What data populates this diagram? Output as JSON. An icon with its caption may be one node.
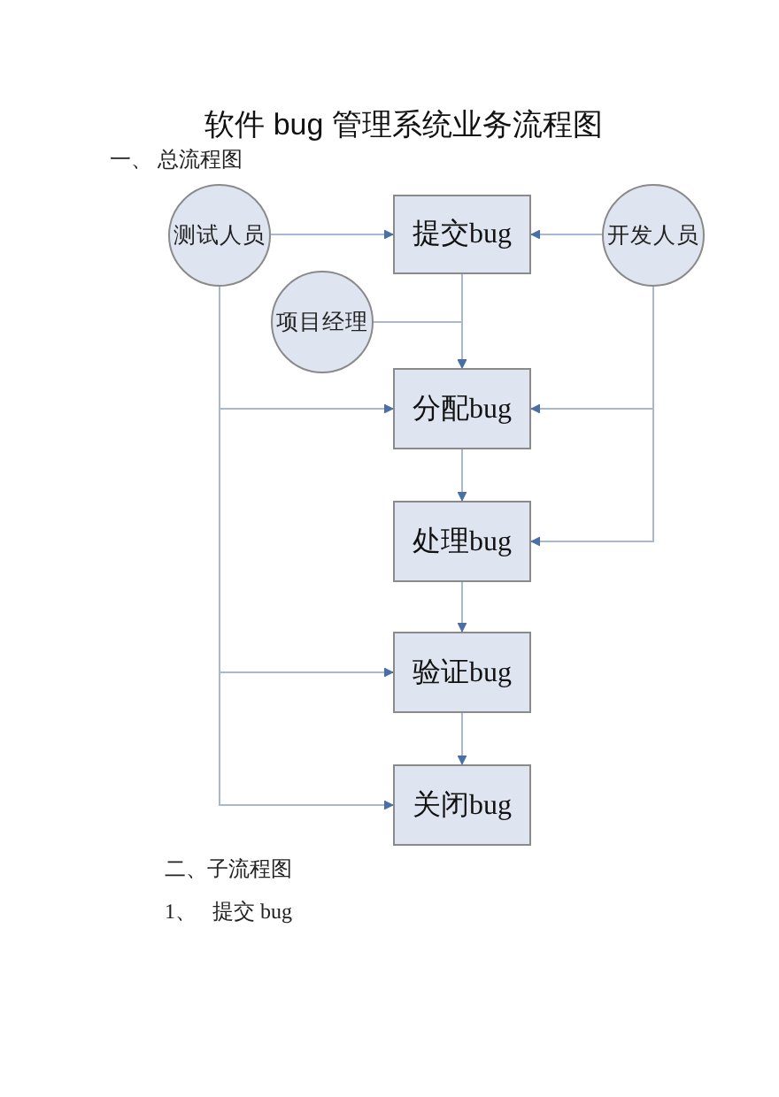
{
  "diagram": {
    "title": "软件 bug 管理系统业务流程图",
    "nodes": [
      {
        "text": [
          "测试人员"
        ]
      },
      {
        "text": [
          "提交bug"
        ]
      },
      {
        "text": [
          "开发人员"
        ]
      },
      {
        "text": [
          "项目经理"
        ]
      },
      {
        "text": [
          "分配bug"
        ]
      },
      {
        "text": [
          "处理bug"
        ]
      },
      {
        "text": [
          "验证bug"
        ]
      },
      {
        "text": [
          "关闭bug"
        ]
      }
    ],
    "edges": [
      {
        "from": 0,
        "to": 1,
        "arrow": "to"
      },
      {
        "from": 2,
        "to": 1,
        "arrow": "to"
      },
      {
        "from": 1,
        "to": 4,
        "arrow": "to"
      },
      {
        "from": 3,
        "to": 4,
        "arrow": "to"
      },
      {
        "from": 0,
        "to": 4,
        "arrow": "to"
      },
      {
        "from": 2,
        "to": 4,
        "arrow": "to"
      },
      {
        "from": 4,
        "to": 5,
        "arrow": "to"
      },
      {
        "from": 2,
        "to": 5,
        "arrow": "to"
      },
      {
        "from": 5,
        "to": 6,
        "arrow": "to"
      },
      {
        "from": 0,
        "to": 6,
        "arrow": "to"
      },
      {
        "from": 6,
        "to": 7,
        "arrow": "to"
      },
      {
        "from": 0,
        "to": 7,
        "arrow": "to"
      }
    ],
    "labels": [
      "一、 总流程图",
      "二、子流程图",
      "1、",
      "提交 bug"
    ]
  }
}
